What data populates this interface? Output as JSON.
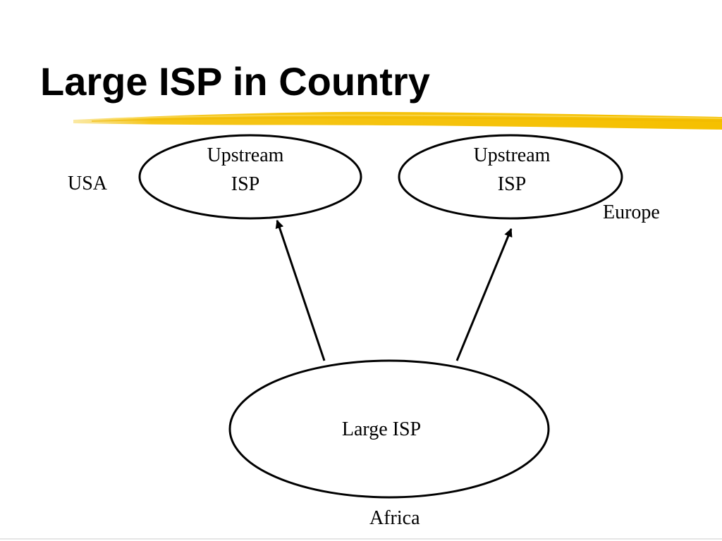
{
  "slide": {
    "title": "Large ISP in Country",
    "accent_color": "#f5c518"
  },
  "nodes": {
    "upstream_usa": {
      "line1": "Upstream",
      "line2": "ISP"
    },
    "upstream_europe": {
      "line1": "Upstream",
      "line2": "ISP"
    },
    "large_isp": {
      "label": "Large ISP"
    }
  },
  "regions": {
    "usa": "USA",
    "europe": "Europe",
    "africa": "Africa"
  },
  "edges": [
    {
      "from": "Large ISP",
      "to": "Upstream ISP (USA)"
    },
    {
      "from": "Large ISP",
      "to": "Upstream ISP (Europe)"
    }
  ]
}
